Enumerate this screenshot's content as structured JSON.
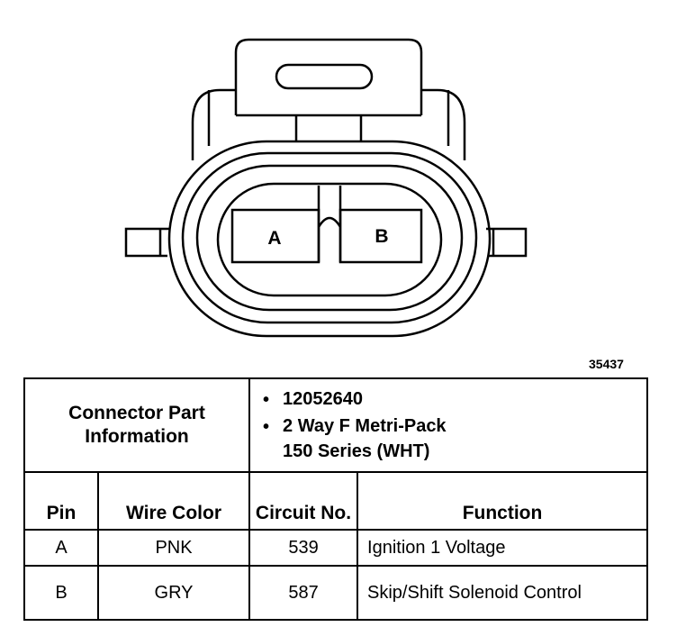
{
  "diagram": {
    "pin_labels": [
      "A",
      "B"
    ],
    "figure_number": "35437"
  },
  "connector": {
    "title": "Connector Part Information",
    "details": [
      "12052640",
      "2 Way F Metri-Pack\n150 Series (WHT)"
    ]
  },
  "table": {
    "headers": {
      "pin": "Pin",
      "wire_color": "Wire Color",
      "circuit_no": "Circuit No.",
      "function": "Function"
    },
    "rows": [
      {
        "pin": "A",
        "wire_color": "PNK",
        "circuit_no": "539",
        "function": "Ignition 1 Voltage"
      },
      {
        "pin": "B",
        "wire_color": "GRY",
        "circuit_no": "587",
        "function": "Skip/Shift Solenoid Control"
      }
    ]
  }
}
